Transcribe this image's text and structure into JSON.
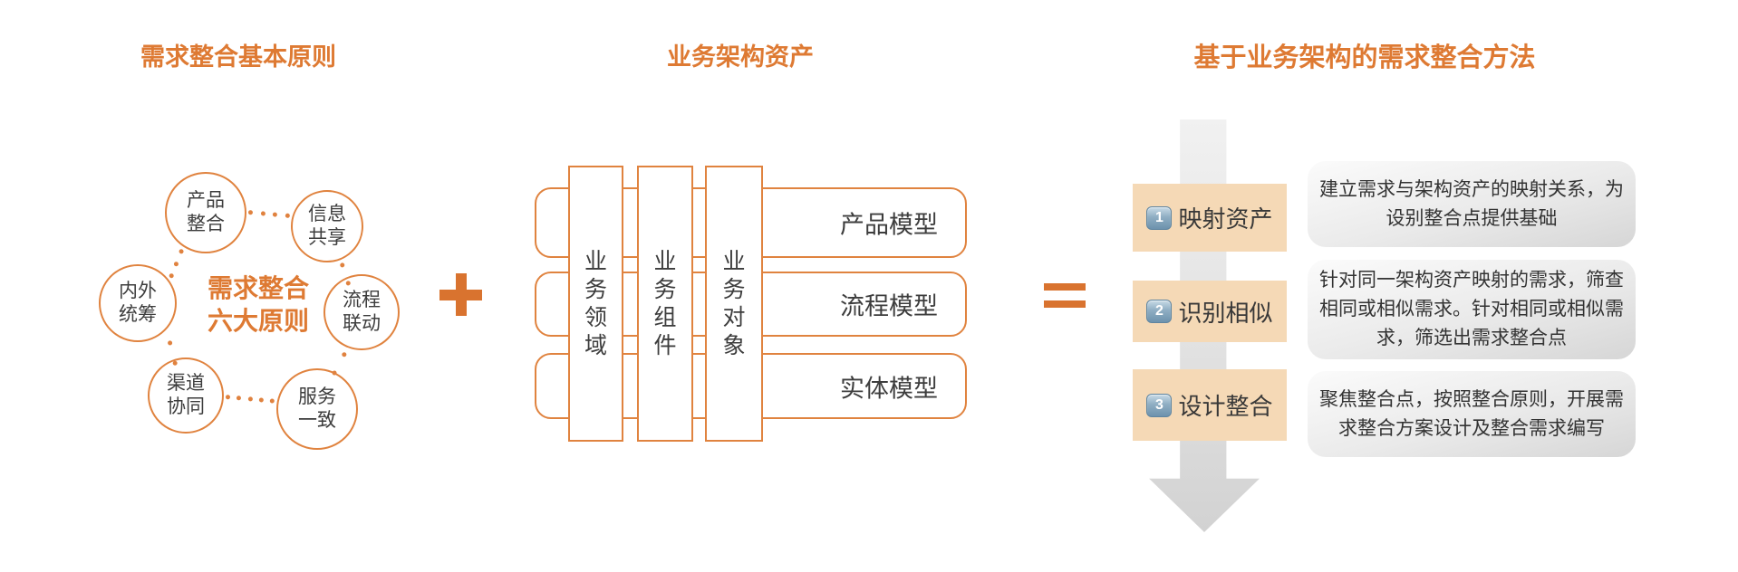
{
  "titles": {
    "left": "需求整合基本原则",
    "middle": "业务架构资产",
    "right": "基于业务架构的需求整合方法"
  },
  "principles": {
    "center_label": "需求整合\n六大原则",
    "circles": [
      {
        "label": "产品\n整合"
      },
      {
        "label": "信息\n共享"
      },
      {
        "label": "内外\n统筹"
      },
      {
        "label": "流程\n联动"
      },
      {
        "label": "渠道\n协同"
      },
      {
        "label": "服务\n一致"
      }
    ]
  },
  "operators": {
    "plus": "+",
    "equals": "="
  },
  "architecture": {
    "columns": [
      {
        "label": "业\n务\n领\n域"
      },
      {
        "label": "业\n务\n组\n件"
      },
      {
        "label": "业\n务\n对\n象"
      }
    ],
    "models": [
      {
        "label": "产品模型"
      },
      {
        "label": "流程模型"
      },
      {
        "label": "实体模型"
      }
    ]
  },
  "method": {
    "steps": [
      {
        "number": "1",
        "label": "映射资产",
        "description": "建立需求与架构资产的映射关系，为\n设别整合点提供基础"
      },
      {
        "number": "2",
        "label": "识别相似",
        "description": "针对同一架构资产映射的需求，筛查\n相同或相似需求。针对相同或相似需\n求，筛选出需求整合点"
      },
      {
        "number": "3",
        "label": "设计整合",
        "description": "聚焦整合点，按照整合原则，开展需\n求整合方案设计及整合需求编写"
      }
    ]
  },
  "colors": {
    "accent_orange": "#DE7A33",
    "operator_orange": "#D9732F",
    "circle_border_orange": "#E0833F",
    "step_fill_peach": "#F5D9B6",
    "badge_blue": "#6D92AD",
    "arrow_gray": "#DCDCDC",
    "description_gray": "#E4E4E4",
    "text_dark": "#3D3D3D"
  }
}
